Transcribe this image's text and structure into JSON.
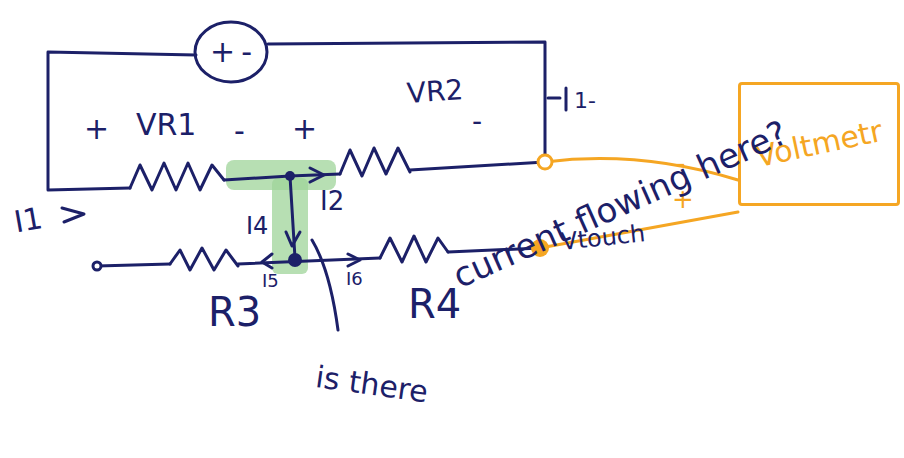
{
  "diagram": {
    "nodes": [
      {
        "text": [
          "+",
          "-"
        ]
      },
      {
        "text": [
          "Voltmetr"
        ]
      }
    ],
    "labels": [
      "+",
      "VR1",
      "-",
      "+",
      "VR2",
      "-",
      "1-",
      "I1",
      "I2",
      "I4",
      "I5",
      "I6",
      "R3",
      "R4",
      "-",
      "+",
      "Vtouch",
      "is there",
      "current flowing here?"
    ]
  }
}
